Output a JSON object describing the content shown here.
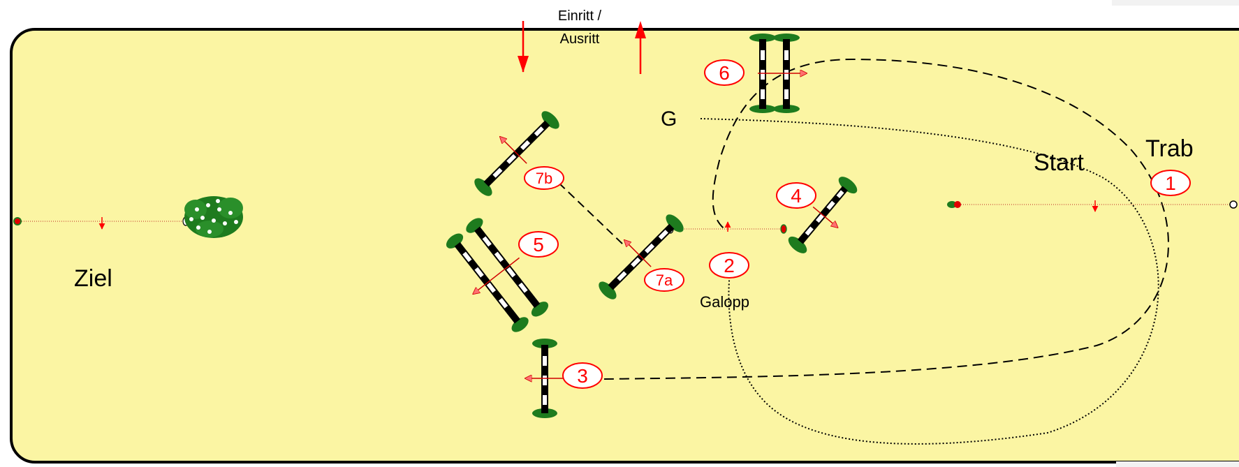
{
  "colors": {
    "arena_fill": "#fbf5a3",
    "arena_border": "#000000",
    "accent_red": "#ff0000",
    "hedge_green": "#1e7b1e",
    "dash_line": "#000000"
  },
  "entry_label": "Einritt /\nAusritt",
  "texts": {
    "ziel": "Ziel",
    "start": "Start",
    "trab": "Trab",
    "galopp": "Galopp",
    "g": "G"
  },
  "obstacles": [
    {
      "id": "1",
      "label": "1"
    },
    {
      "id": "2",
      "label": "2"
    },
    {
      "id": "3",
      "label": "3"
    },
    {
      "id": "4",
      "label": "4"
    },
    {
      "id": "5",
      "label": "5"
    },
    {
      "id": "6",
      "label": "6"
    },
    {
      "id": "7a",
      "label": "7a"
    },
    {
      "id": "7b",
      "label": "7b"
    }
  ]
}
